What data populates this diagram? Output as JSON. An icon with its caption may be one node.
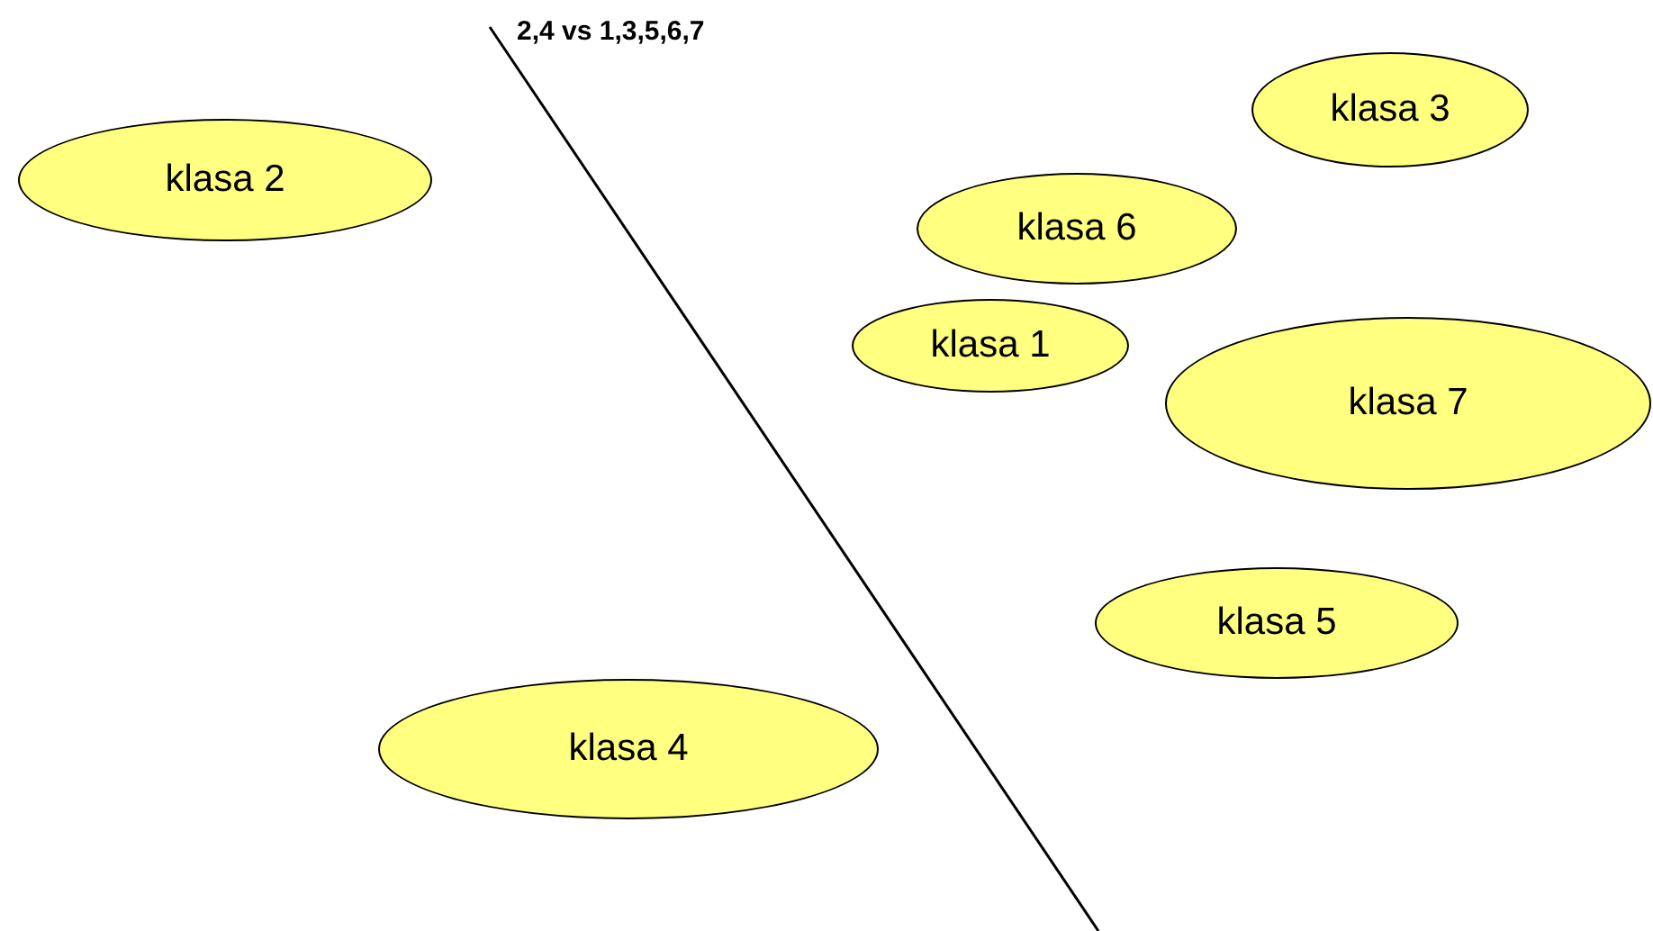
{
  "diagram": {
    "nodes": [
      {
        "text": [
          "klasa 3"
        ]
      },
      {
        "text": [
          "klasa 2"
        ]
      },
      {
        "text": [
          "klasa 6"
        ]
      },
      {
        "text": [
          "klasa 1"
        ]
      },
      {
        "text": [
          "klasa 7"
        ]
      },
      {
        "text": [
          "klasa 5"
        ]
      },
      {
        "text": [
          "klasa 4"
        ]
      }
    ],
    "labels": [
      "2,4 vs 1,3,5,6,7"
    ]
  }
}
